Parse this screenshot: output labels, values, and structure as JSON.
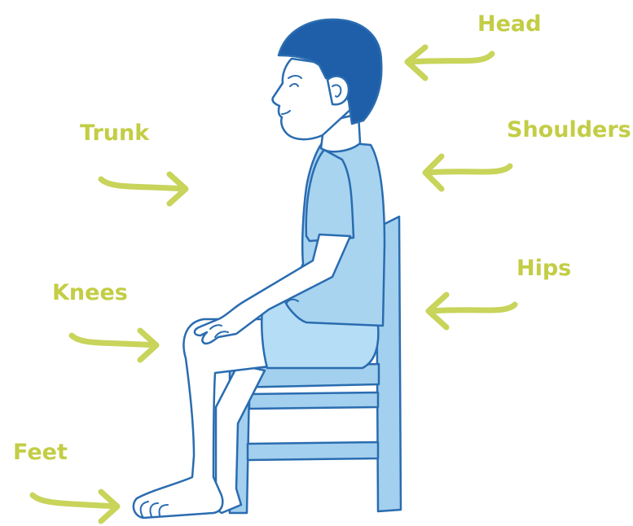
{
  "labels": {
    "head": "Head",
    "trunk": "Trunk",
    "shoulders": "Shoulders",
    "hips": "Hips",
    "knees": "Knees",
    "feet": "Feet"
  },
  "colors": {
    "label": "#c3cd45",
    "arrow": "#c8d45a",
    "hair": "#1f5ea8",
    "outline": "#2a6cb0",
    "shirt": "#a8d4f0",
    "shorts": "#b5ddf5",
    "chair": "#a3d0ee",
    "skin": "#ffffff"
  }
}
